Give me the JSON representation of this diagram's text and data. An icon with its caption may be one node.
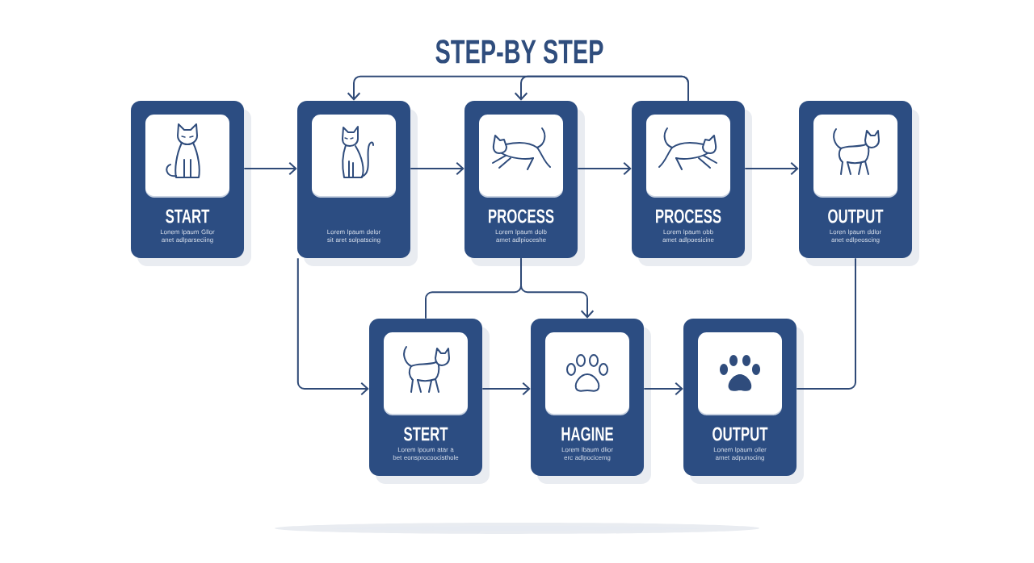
{
  "diagram": {
    "title": "STEP-BY STEP",
    "nodes": [
      {
        "text": [
          "START",
          "Lonem lpaum Gllor anet adlparseciing"
        ]
      },
      {
        "text": [
          "Lorem lpaum delor sit aret solpatscing"
        ]
      },
      {
        "text": [
          "PROCESS",
          "Lorem lpaum dolb amet adlpioceshe"
        ]
      },
      {
        "text": [
          "PROCESS",
          "Lorem lpaum obb amet adlpoesicine"
        ]
      },
      {
        "text": [
          "OUTPUT",
          "Loren lpaum ddlor anet edlpeoscing"
        ]
      },
      {
        "text": [
          "STERT",
          "Lorem lpoum atar a bet eonsprocoocisthole"
        ]
      },
      {
        "text": [
          "HAGINE",
          "Lorem lbaum dlior erc adlpocicemg"
        ]
      },
      {
        "text": [
          "OUTPUT",
          "Lonem lpaum oller amet adpunocing"
        ]
      }
    ],
    "edges": [
      {
        "from": 0,
        "to": 1,
        "arrow": "to"
      },
      {
        "from": 1,
        "to": 2,
        "arrow": "to"
      },
      {
        "from": 2,
        "to": 3,
        "arrow": "to"
      },
      {
        "from": 3,
        "to": 4,
        "arrow": "to"
      },
      {
        "from": 3,
        "to": 2,
        "arrow": "to"
      },
      {
        "from": 3,
        "to": 1,
        "arrow": "to"
      },
      {
        "from": 1,
        "to": 5,
        "arrow": "to"
      },
      {
        "from": 2,
        "to": 5,
        "arrow": "none"
      },
      {
        "from": 2,
        "to": 6,
        "arrow": "to"
      },
      {
        "from": 5,
        "to": 6,
        "arrow": "to"
      },
      {
        "from": 6,
        "to": 7,
        "arrow": "to"
      },
      {
        "from": 4,
        "to": 7,
        "arrow": "none"
      }
    ]
  }
}
